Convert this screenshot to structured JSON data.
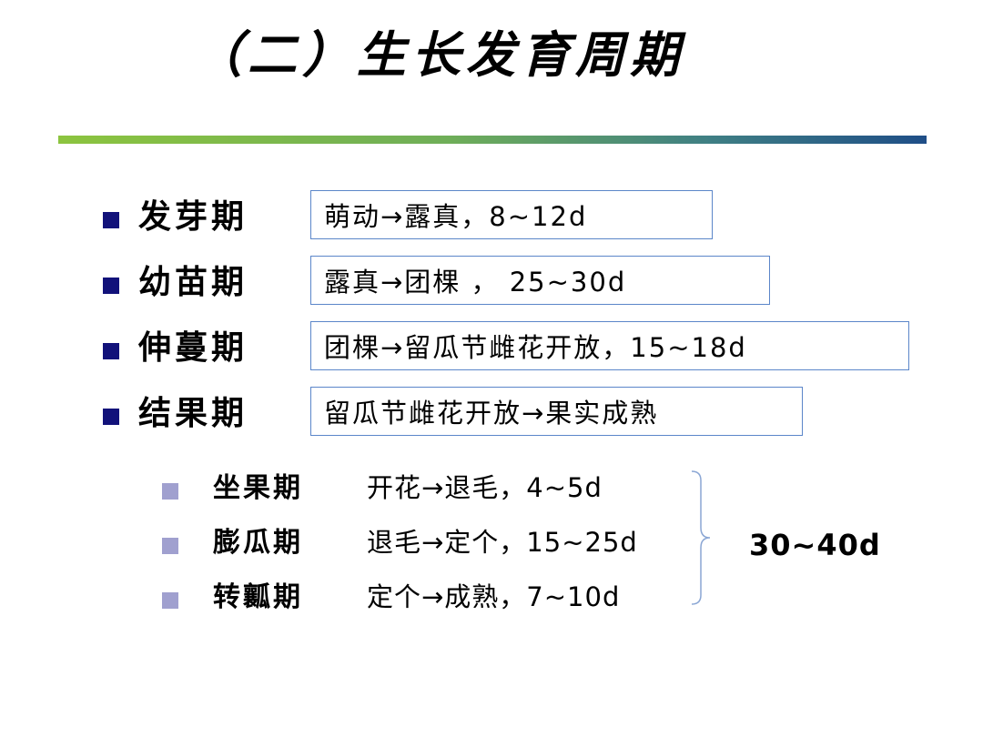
{
  "title": "（二）生长发育周期",
  "stages": [
    {
      "label": "发芽期",
      "desc": "萌动→露真，8~12d"
    },
    {
      "label": "幼苗期",
      "desc": "露真→团棵 ， 25~30d"
    },
    {
      "label": "伸蔓期",
      "desc": "团棵→留瓜节雌花开放，15~18d"
    },
    {
      "label": "结果期",
      "desc": "留瓜节雌花开放→果实成熟"
    }
  ],
  "sub_stages": [
    {
      "label": "坐果期",
      "desc": "开花→退毛，4~5d"
    },
    {
      "label": "膨瓜期",
      "desc": "退毛→定个，15~25d"
    },
    {
      "label": "转瓤期",
      "desc": "定个→成熟，7~10d"
    }
  ],
  "sub_total": "30~40d",
  "colors": {
    "main_bullet": "#12127a",
    "sub_bullet": "#a0a0cf",
    "box_border": "#5b86c9",
    "bar_start": "#8cc43f",
    "bar_end": "#1f4e87"
  }
}
